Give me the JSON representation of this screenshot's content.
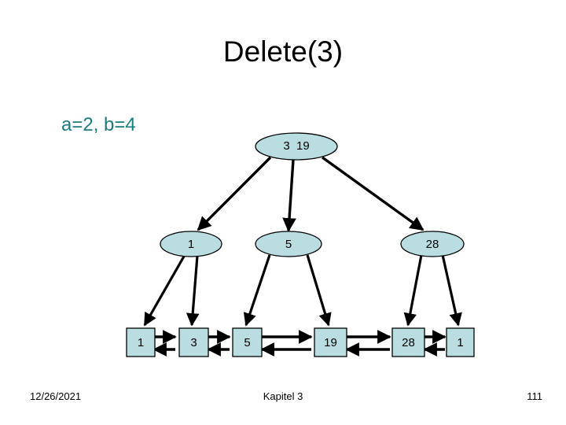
{
  "slide": {
    "title": "Delete(3)",
    "subtitle": "a=2, b=4",
    "colors": {
      "node_fill": "#b9dde1",
      "node_stroke": "#000000",
      "subtitle": "#1a7d7d",
      "text": "#000000",
      "background": "#ffffff"
    }
  },
  "tree": {
    "root": {
      "label": "3  19"
    },
    "internal": [
      {
        "label": "1"
      },
      {
        "label": "5"
      },
      {
        "label": "28"
      }
    ],
    "leaves": [
      {
        "label": "1"
      },
      {
        "label": "3"
      },
      {
        "label": "5"
      },
      {
        "label": "19"
      },
      {
        "label": "28"
      },
      {
        "label": "1"
      }
    ]
  },
  "footer": {
    "date": "12/26/2021",
    "center": "Kapitel 3",
    "page": "111"
  }
}
